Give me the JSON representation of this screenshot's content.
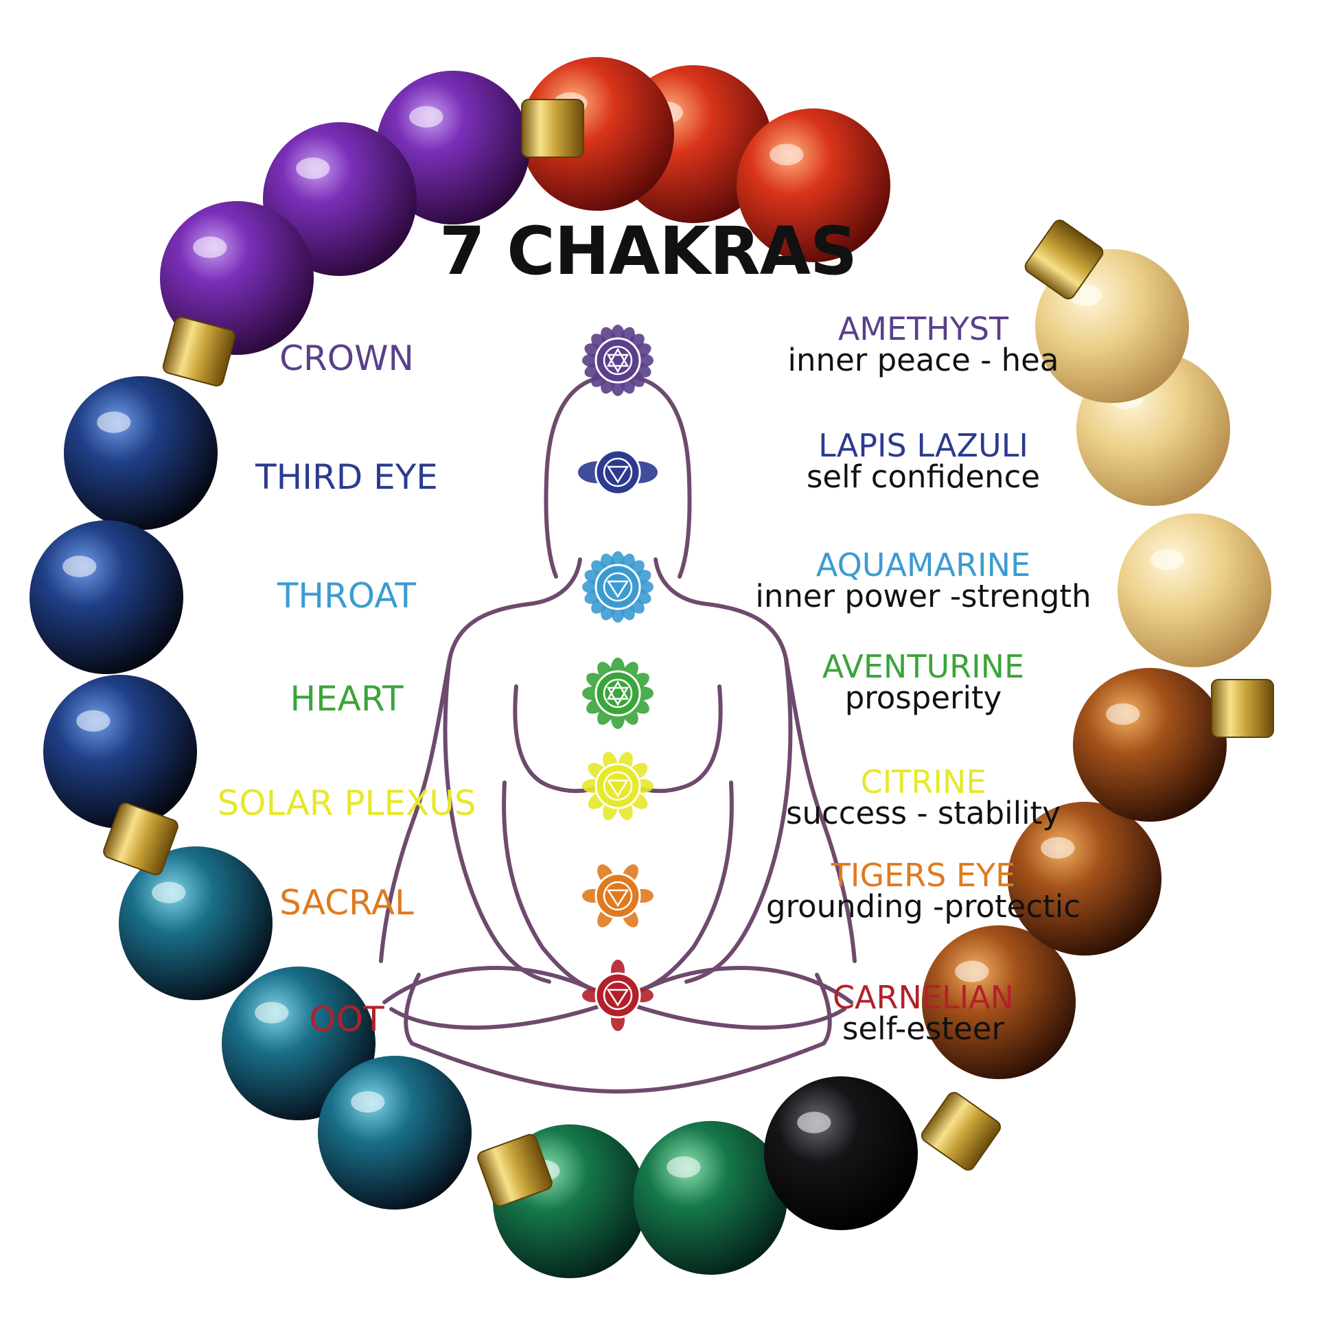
{
  "title": "7 CHAKRAS",
  "chakras": [
    {
      "name": "CROWN",
      "color": "#5b3f8a",
      "symbol": "crown-chakra-icon"
    },
    {
      "name": "THIRD EYE",
      "color": "#2c3a8f",
      "symbol": "third-eye-chakra-icon"
    },
    {
      "name": "THROAT",
      "color": "#3b9bd1",
      "symbol": "throat-chakra-icon"
    },
    {
      "name": "HEART",
      "color": "#3ba43b",
      "symbol": "heart-chakra-icon"
    },
    {
      "name": "SOLAR PLEXUS",
      "color": "#e6e82a",
      "symbol": "solar-plexus-chakra-icon"
    },
    {
      "name": "SACRAL",
      "color": "#e07a1e",
      "symbol": "sacral-chakra-icon"
    },
    {
      "name": "OOT",
      "color": "#b3202a",
      "symbol": "root-chakra-icon"
    }
  ],
  "stones": [
    {
      "name": "AMETHYST",
      "meaning": "inner peace - hea",
      "color": "#5b3f8a"
    },
    {
      "name": "LAPIS LAZULI",
      "meaning": "self confidence",
      "color": "#2c3a8f"
    },
    {
      "name": "AQUAMARINE",
      "meaning": "inner power -strength",
      "color": "#3b9bd1"
    },
    {
      "name": "AVENTURINE",
      "meaning": "prosperity",
      "color": "#3ba43b"
    },
    {
      "name": "CITRINE",
      "meaning": "success - stability",
      "color": "#e6e82a"
    },
    {
      "name": "TIGERS EYE",
      "meaning": "grounding -protectic",
      "color": "#e07a1e"
    },
    {
      "name": "CARNELIAN",
      "meaning": "self-esteer",
      "color": "#b3202a"
    }
  ],
  "colors": {
    "outline": "#6e4a6e",
    "gold": "#c9a43a",
    "title": "#111111"
  }
}
